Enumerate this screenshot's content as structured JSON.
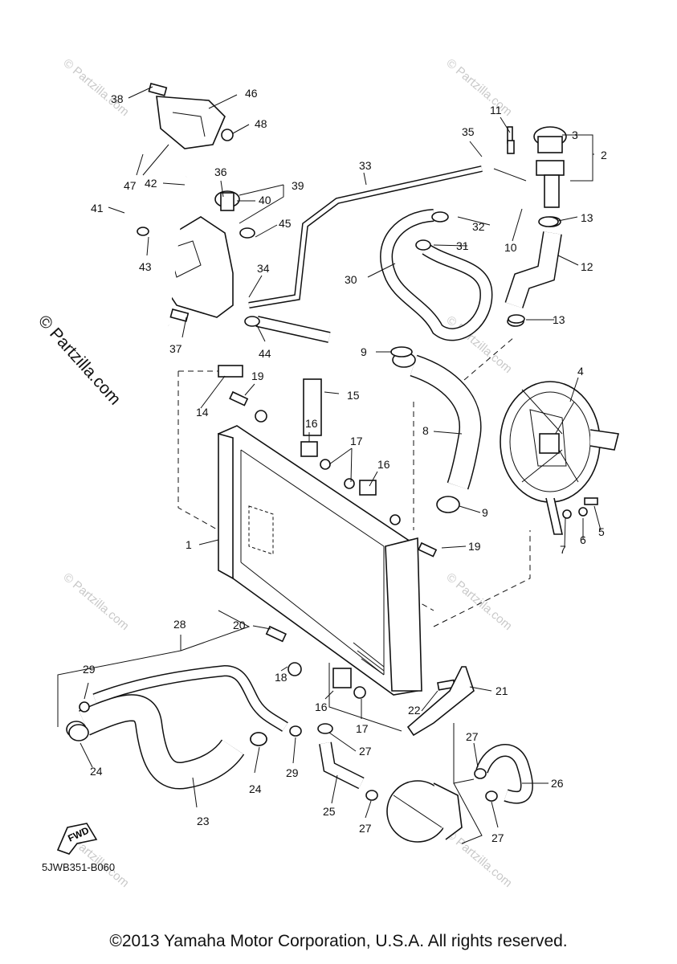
{
  "watermark": {
    "site": "© Partzilla.com",
    "side_text": "© Partzilla.com"
  },
  "diagram_code": "5JWB351-B060",
  "copyright": "©2013 Yamaha Motor Corporation, U.S.A. All rights reserved.",
  "fwd_label": "FWD",
  "callouts": {
    "c1": "1",
    "c2": "2",
    "c3": "3",
    "c4": "4",
    "c5": "5",
    "c6": "6",
    "c7": "7",
    "c8": "8",
    "c9a": "9",
    "c9b": "9",
    "c10": "10",
    "c11": "11",
    "c12": "12",
    "c13a": "13",
    "c13b": "13",
    "c14": "14",
    "c15": "15",
    "c16a": "16",
    "c16b": "16",
    "c16c": "16",
    "c17a": "17",
    "c17b": "17",
    "c18": "18",
    "c19a": "19",
    "c19b": "19",
    "c20": "20",
    "c21": "21",
    "c22": "22",
    "c23": "23",
    "c24a": "24",
    "c24b": "24",
    "c25": "25",
    "c26": "26",
    "c27a": "27",
    "c27b": "27",
    "c27c": "27",
    "c27d": "27",
    "c28": "28",
    "c29a": "29",
    "c29b": "29",
    "c30": "30",
    "c31": "31",
    "c32": "32",
    "c33": "33",
    "c34": "34",
    "c35": "35",
    "c36": "36",
    "c37": "37",
    "c38": "38",
    "c39": "39",
    "c40": "40",
    "c41": "41",
    "c42": "42",
    "c43": "43",
    "c44": "44",
    "c45": "45",
    "c46": "46",
    "c47": "47",
    "c48": "48"
  }
}
